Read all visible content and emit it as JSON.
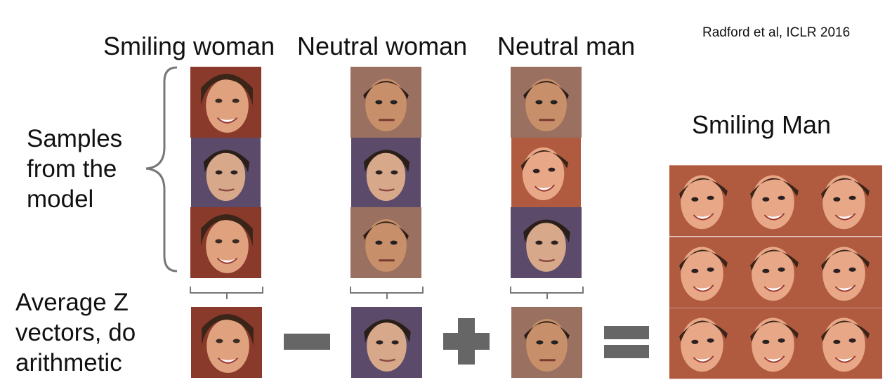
{
  "citation": "Radford et al, ICLR 2016",
  "columns": {
    "smiling_woman": "Smiling woman",
    "neutral_woman": "Neutral woman",
    "neutral_man": "Neutral man"
  },
  "result_label": "Smiling Man",
  "samples_label": [
    "Samples",
    "from the",
    "model"
  ],
  "average_label": [
    "Average Z",
    "vectors, do",
    "arithmetic"
  ],
  "operators": [
    "minus",
    "plus",
    "equals"
  ],
  "colors": {
    "operator": "#666666",
    "bracket": "#777777",
    "text": "#111111"
  }
}
